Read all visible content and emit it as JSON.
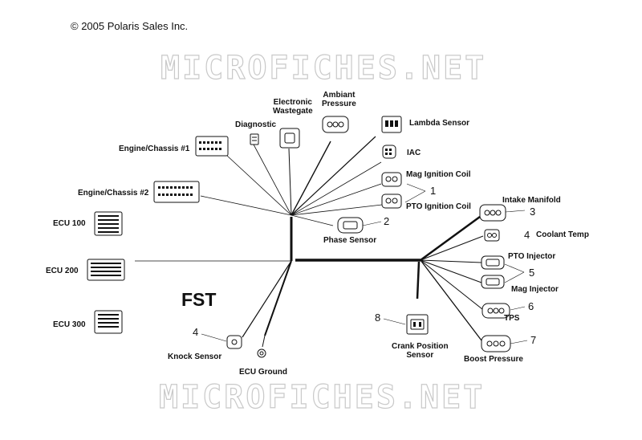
{
  "copyright": "© 2005 Polaris Sales Inc.",
  "watermark": "MICROFICHES.NET",
  "title": "FST",
  "connectors": {
    "electronic_wastegate": [
      "Electronic",
      "Wastegate"
    ],
    "ambient_pressure": [
      "Ambiant",
      "Pressure"
    ],
    "diagnostic": "Diagnostic",
    "lambda_sensor": "Lambda Sensor",
    "engine_chassis_1": "Engine/Chassis #1",
    "iac": "IAC",
    "mag_ignition_coil": "Mag Ignition Coil",
    "engine_chassis_2": "Engine/Chassis #2",
    "pto_ignition_coil": "PTO Ignition Coil",
    "phase_sensor": "Phase Sensor",
    "intake_manifold": "Intake Manifold",
    "coolant_temp": "Coolant Temp",
    "ecu_100": "ECU 100",
    "ecu_200": "ECU 200",
    "ecu_300": "ECU 300",
    "pto_injector": "PTO Injector",
    "mag_injector": "Mag Injector",
    "tps": "TPS",
    "crank_position_sensor": [
      "Crank Position",
      "Sensor"
    ],
    "boost_pressure": "Boost Pressure",
    "knock_sensor": "Knock Sensor",
    "ecu_ground": "ECU Ground"
  },
  "callouts": {
    "c1": "1",
    "c2": "2",
    "c3": "3",
    "c4a": "4",
    "c4b": "4",
    "c5": "5",
    "c6": "6",
    "c7": "7",
    "c8": "8"
  }
}
